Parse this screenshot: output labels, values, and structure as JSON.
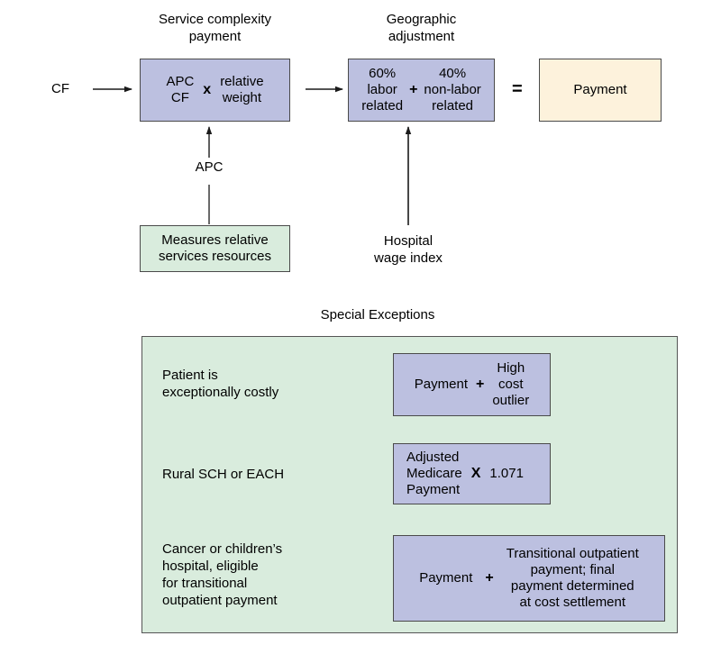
{
  "diagram": {
    "title_service": "Service complexity\npayment",
    "title_geo": "Geographic\nadjustment",
    "input_cf": "CF",
    "apc_label": "APC",
    "hospital_wage_index": "Hospital\nwage index",
    "special_exceptions_title": "Special Exceptions"
  },
  "boxes": {
    "apc_cf": {
      "left_text": "APC\nCF",
      "operator": "x",
      "right_text": "relative\nweight"
    },
    "geo": {
      "left_text": "60%\nlabor\nrelated",
      "operator": "+",
      "right_text": "40%\nnon-labor\nrelated"
    },
    "equals": "=",
    "payment": "Payment",
    "measures": "Measures relative\nservices resources"
  },
  "exceptions": [
    {
      "condition": "Patient is\nexceptionally costly",
      "left_text": "Payment",
      "operator": "+",
      "right_text": "High\ncost\noutlier"
    },
    {
      "condition": "Rural SCH or EACH",
      "left_text": "Adjusted\nMedicare\nPayment",
      "operator": "X",
      "right_text": "1.071"
    },
    {
      "condition": "Cancer or children’s\nhospital, eligible\nfor transitional\noutpatient payment",
      "left_text": "Payment",
      "operator": "+",
      "right_text": "Transitional outpatient\npayment; final\npayment determined\nat cost settlement"
    }
  ],
  "colors": {
    "purple_fill": "#bcc0e0",
    "cream_fill": "#fdf2dc",
    "green_fill": "#d9ecdd",
    "border": "#4a4a4a",
    "arrow": "#1a1a1a"
  }
}
